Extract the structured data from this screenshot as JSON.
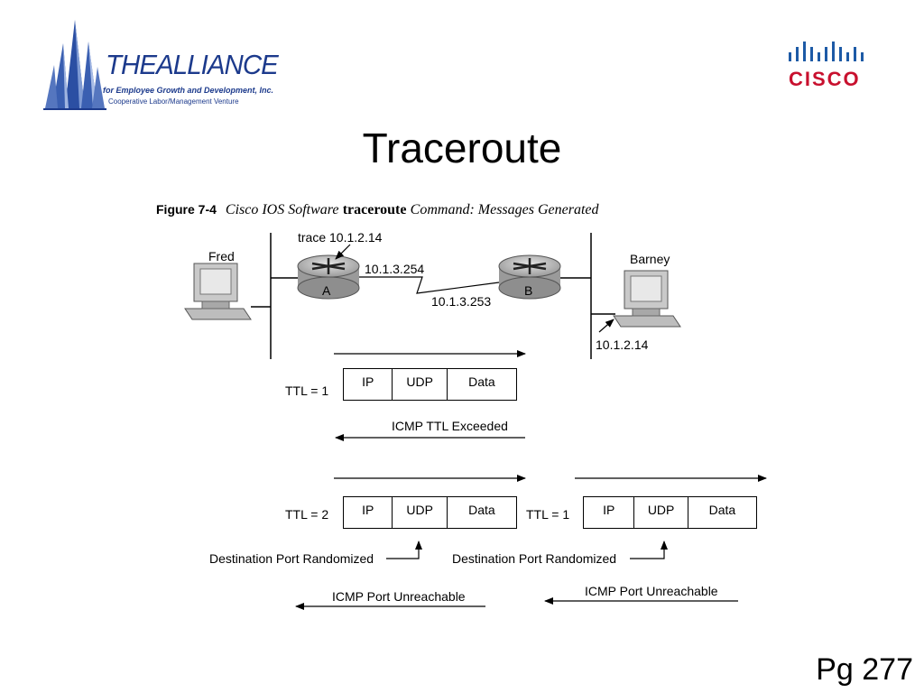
{
  "logo_alliance": {
    "name": "THEALLIANCE",
    "tagline": "for Employee Growth and Development, Inc.",
    "subtitle": "Cooperative Labor/Management Venture"
  },
  "logo_cisco": {
    "name": "CISCO",
    "icon": "cisco-bars-icon"
  },
  "slide": {
    "title": "Traceroute",
    "page": "Pg 277"
  },
  "figure": {
    "number": "Figure 7-4",
    "caption_pre": "Cisco IOS Software",
    "caption_cmd": "traceroute",
    "caption_post": "Command: Messages Generated"
  },
  "topology": {
    "fred": "Fred",
    "barney": "Barney",
    "command": "trace 10.1.2.14",
    "router_a": "A",
    "router_b": "B",
    "a_serial_ip": "10.1.3.254",
    "b_serial_ip": "10.1.3.253",
    "barney_ip": "10.1.2.14"
  },
  "packets": {
    "ttl1": "TTL = 1",
    "ttl2": "TTL = 2",
    "ttl1b": "TTL = 1",
    "fields": [
      "IP",
      "UDP",
      "Data"
    ]
  },
  "messages": {
    "ttl_exceeded": "ICMP TTL Exceeded",
    "dest_port_left": "Destination Port Randomized",
    "dest_port_right": "Destination Port Randomized",
    "port_unreach_left": "ICMP Port Unreachable",
    "port_unreach_right": "ICMP Port Unreachable"
  },
  "colors": {
    "alliance_blue": "#1c3a8c",
    "cisco_red": "#c8102e",
    "cisco_blue": "#1d5aa6",
    "router_gray": "#b8b8b8"
  }
}
